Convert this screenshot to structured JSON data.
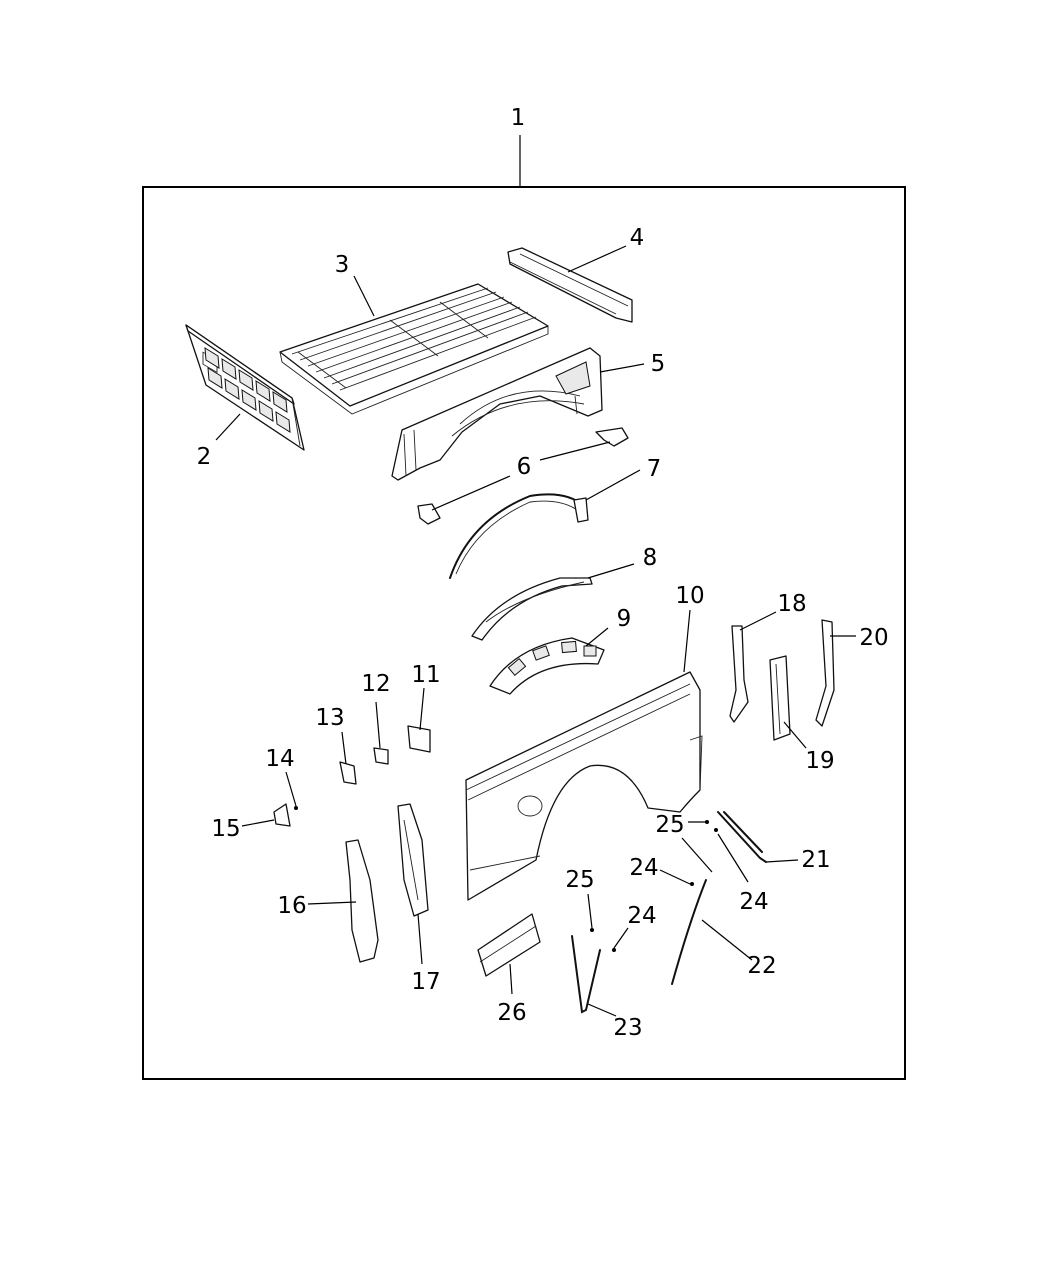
{
  "callouts": [
    {
      "id": "1",
      "label": "1"
    },
    {
      "id": "2",
      "label": "2"
    },
    {
      "id": "3",
      "label": "3"
    },
    {
      "id": "4",
      "label": "4"
    },
    {
      "id": "5",
      "label": "5"
    },
    {
      "id": "6a",
      "label": "6"
    },
    {
      "id": "7",
      "label": "7"
    },
    {
      "id": "8",
      "label": "8"
    },
    {
      "id": "9",
      "label": "9"
    },
    {
      "id": "10",
      "label": "10"
    },
    {
      "id": "11",
      "label": "11"
    },
    {
      "id": "12",
      "label": "12"
    },
    {
      "id": "13",
      "label": "13"
    },
    {
      "id": "14",
      "label": "14"
    },
    {
      "id": "15",
      "label": "15"
    },
    {
      "id": "16",
      "label": "16"
    },
    {
      "id": "17",
      "label": "17"
    },
    {
      "id": "18",
      "label": "18"
    },
    {
      "id": "19",
      "label": "19"
    },
    {
      "id": "20",
      "label": "20"
    },
    {
      "id": "21",
      "label": "21"
    },
    {
      "id": "22",
      "label": "22"
    },
    {
      "id": "23",
      "label": "23"
    },
    {
      "id": "24a",
      "label": "24"
    },
    {
      "id": "24b",
      "label": "24"
    },
    {
      "id": "24c",
      "label": "24"
    },
    {
      "id": "25a",
      "label": "25"
    },
    {
      "id": "25b",
      "label": "25"
    },
    {
      "id": "26",
      "label": "26"
    }
  ]
}
